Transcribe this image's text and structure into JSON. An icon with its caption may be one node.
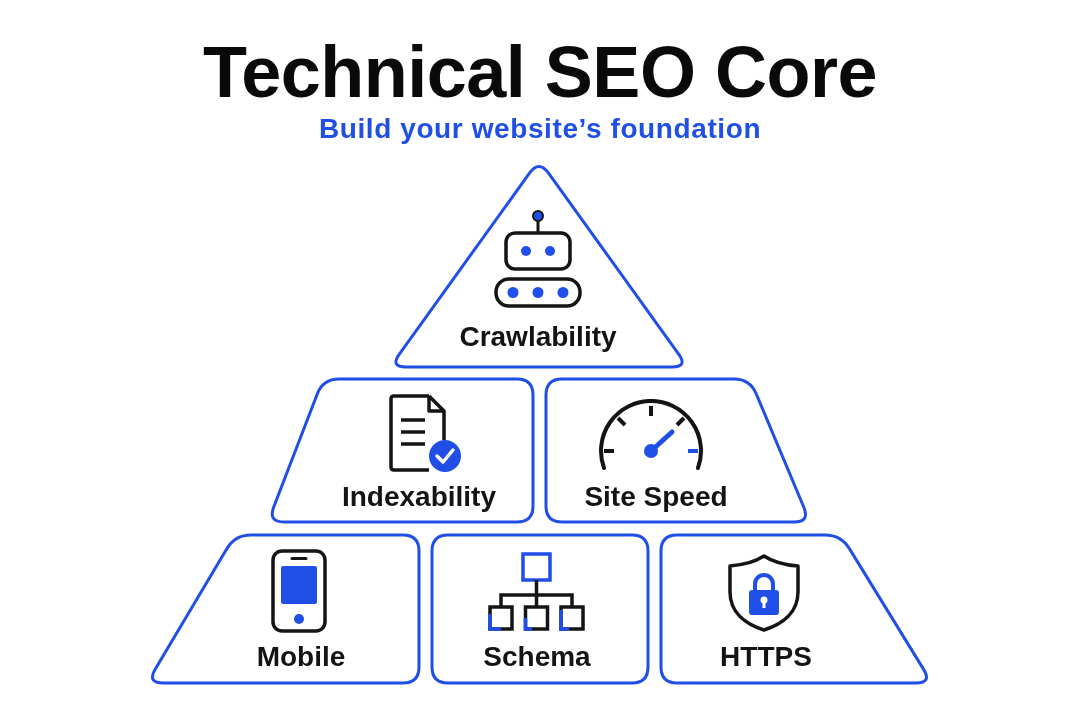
{
  "diagram": {
    "title": "Technical SEO Core",
    "nodes": [
      {
        "text": [
          "Crawlability"
        ]
      },
      {
        "text": [
          "Indexability"
        ]
      },
      {
        "text": [
          "Site Speed"
        ]
      },
      {
        "text": [
          "Mobile"
        ]
      },
      {
        "text": [
          "Schema"
        ]
      },
      {
        "text": [
          "HTTPS"
        ]
      }
    ],
    "labels": [
      "Build your website’s foundation"
    ]
  }
}
